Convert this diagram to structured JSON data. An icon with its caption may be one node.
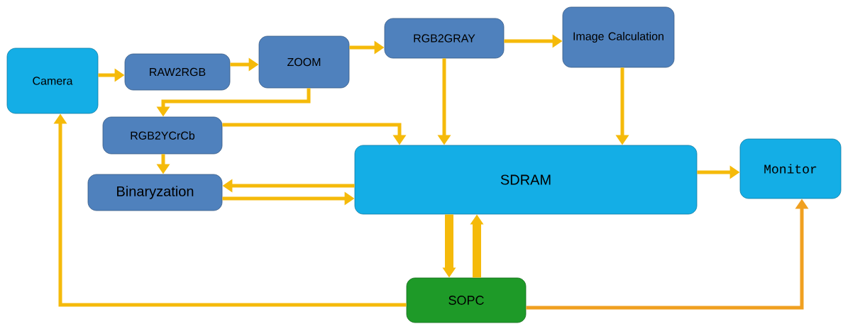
{
  "diagram": {
    "nodes": [
      {
        "text": [
          "Camera"
        ]
      },
      {
        "text": [
          "RAW2RGB"
        ]
      },
      {
        "text": [
          "ZOOM"
        ]
      },
      {
        "text": [
          "RGB2GRAY"
        ]
      },
      {
        "text": [
          "Image Calculation"
        ]
      },
      {
        "text": [
          "RGB2YCrCb"
        ]
      },
      {
        "text": [
          "Binaryzation"
        ]
      },
      {
        "text": [
          "SDRAM"
        ]
      },
      {
        "text": [
          "Monitor"
        ]
      },
      {
        "text": [
          "SOPC"
        ]
      }
    ],
    "edges": [
      {
        "from": 0,
        "to": 1,
        "arrow": "to"
      },
      {
        "from": 1,
        "to": 2,
        "arrow": "to"
      },
      {
        "from": 2,
        "to": 3,
        "arrow": "to"
      },
      {
        "from": 3,
        "to": 4,
        "arrow": "to"
      },
      {
        "from": 2,
        "to": 5,
        "arrow": "to"
      },
      {
        "from": 5,
        "to": 7,
        "arrow": "to"
      },
      {
        "from": 3,
        "to": 7,
        "arrow": "to"
      },
      {
        "from": 4,
        "to": 7,
        "arrow": "to"
      },
      {
        "from": 5,
        "to": 6,
        "arrow": "to"
      },
      {
        "from": 7,
        "to": 6,
        "arrow": "to"
      },
      {
        "from": 6,
        "to": 7,
        "arrow": "to"
      },
      {
        "from": 7,
        "to": 8,
        "arrow": "to"
      },
      {
        "from": 7,
        "to": 9,
        "arrow": "to",
        "style": "thick"
      },
      {
        "from": 9,
        "to": 7,
        "arrow": "to",
        "style": "thick"
      },
      {
        "from": 9,
        "to": 0,
        "arrow": "to"
      },
      {
        "from": 9,
        "to": 8,
        "arrow": "to",
        "color": "#f0a020"
      }
    ]
  }
}
